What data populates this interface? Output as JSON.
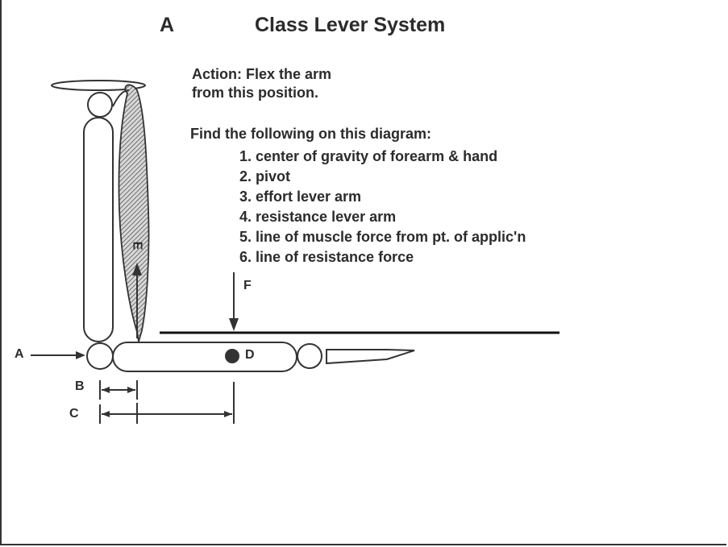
{
  "diagram": {
    "title_letter": "A",
    "title": "Class Lever System",
    "action_line1": "Action: Flex the arm",
    "action_line2": "from this position.",
    "find_heading": "Find the following on this diagram:",
    "items": [
      "1. center of gravity of forearm & hand",
      "2. pivot",
      "3. effort lever arm",
      "4. resistance lever arm",
      "5. line of muscle force from pt. of applic'n",
      "6. line of resistance force"
    ],
    "labels": {
      "a": "A",
      "b": "B",
      "c": "C",
      "d": "D",
      "e": "E",
      "f": "F"
    }
  }
}
